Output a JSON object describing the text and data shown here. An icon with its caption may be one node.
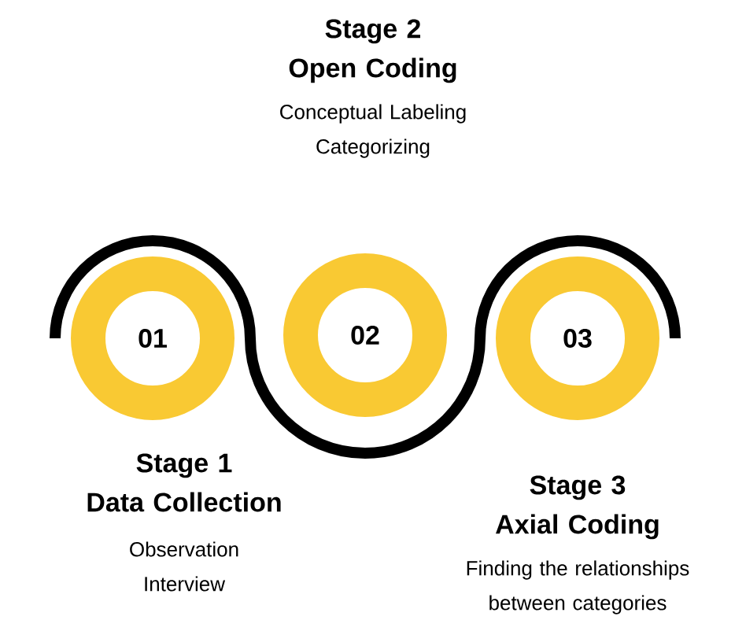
{
  "diagram": {
    "nodes": [
      {
        "text": [
          "01"
        ],
        "beside": [
          "Stage 1 Data Collection",
          "Observation Interview"
        ]
      },
      {
        "text": [
          "02"
        ],
        "beside": [
          "Stage 2 Open Coding",
          "Conceptual Labeling Categorizing"
        ]
      },
      {
        "text": [
          "03"
        ],
        "beside": [
          "Stage 3 Axial Coding",
          "Finding the relationships between categories"
        ]
      }
    ]
  }
}
